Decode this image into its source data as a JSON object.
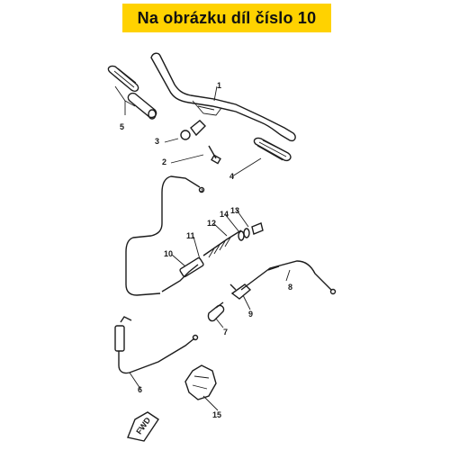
{
  "banner": {
    "text": "Na obrázku díl číslo 10",
    "color": "#ffd200"
  },
  "callouts": [
    "1",
    "2",
    "3",
    "4",
    "5",
    "6",
    "7",
    "8",
    "9",
    "10",
    "11",
    "12",
    "13",
    "14",
    "15"
  ],
  "direction_label": "FWD"
}
